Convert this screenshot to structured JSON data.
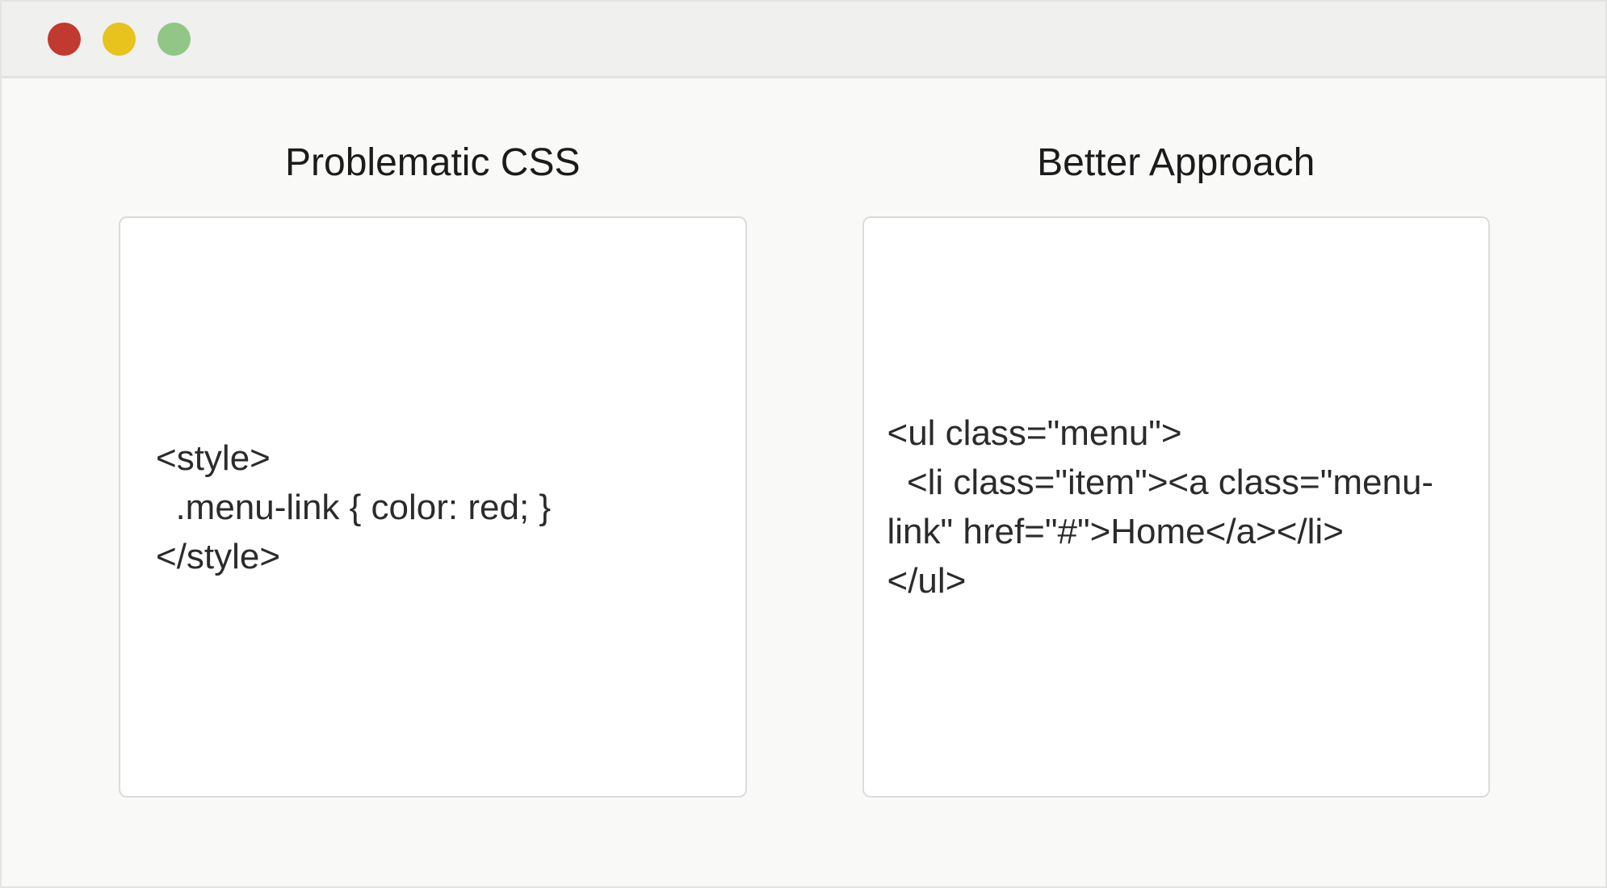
{
  "window": {
    "titlebar": {
      "background": "#f0f0ef",
      "border_color": "#e2e2e1",
      "traffic_lights": [
        {
          "name": "close",
          "color": "#c13a30"
        },
        {
          "name": "minimize",
          "color": "#e6c31d"
        },
        {
          "name": "zoom",
          "color": "#92c687"
        }
      ]
    },
    "background": "#f9f9f8"
  },
  "panels": [
    {
      "title": "Problematic CSS",
      "code_lines": [
        "<style>",
        "  .menu-link { color: red; }",
        "</style>"
      ]
    },
    {
      "title": "Better Approach",
      "code_lines": [
        "<ul class=\"menu\">",
        "  <li class=\"item\"><a class=\"menu-",
        "link\" href=\"#\">Home</a></li>",
        "</ul>"
      ]
    }
  ],
  "colors": {
    "card_background": "#ffffff",
    "card_border": "#dcdcdc",
    "title_text": "#1b1b1b",
    "code_text": "#2b2b2b"
  }
}
